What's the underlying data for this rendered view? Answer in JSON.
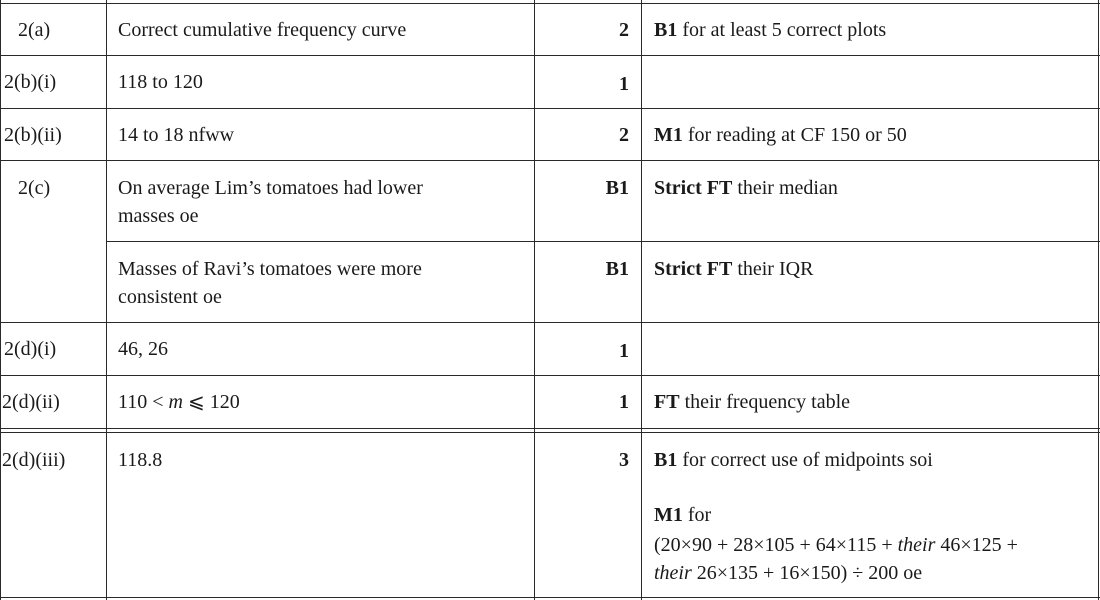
{
  "rows": [
    {
      "q": "2(a)",
      "answer": "Correct cumulative frequency curve",
      "mark": "2",
      "guidance_bold": "B1",
      "guidance": " for at least 5 correct plots"
    },
    {
      "q": "2(b)(i)",
      "answer": "118 to 120",
      "mark": "1",
      "guidance_bold": "",
      "guidance": ""
    },
    {
      "q": "2(b)(ii)",
      "answer": "14 to 18 nfww",
      "mark": "2",
      "guidance_bold": "M1",
      "guidance": " for reading at CF 150 or 50"
    },
    {
      "q": "2(c)",
      "answer_line1": "On average Lim’s tomatoes had lower",
      "answer_line2": "masses oe",
      "mark": "B1",
      "guidance_bold": "Strict FT",
      "guidance": " their median"
    },
    {
      "q": "",
      "answer_line1": "Masses of Ravi’s tomatoes were more",
      "answer_line2": "consistent oe",
      "mark": "B1",
      "guidance_bold": "Strict FT",
      "guidance": " their IQR"
    },
    {
      "q": "2(d)(i)",
      "answer": "46, 26",
      "mark": "1",
      "guidance_bold": "",
      "guidance": ""
    },
    {
      "q": "2(d)(ii)",
      "answer_pre": "110 < ",
      "answer_var": "m",
      "answer_post": " ⩽ 120",
      "mark": "1",
      "guidance_bold": "FT",
      "guidance": " their frequency table"
    },
    {
      "q": "2(d)(iii)",
      "answer": "118.8",
      "mark": "3",
      "guidance_bold": "B1",
      "guidance": " for correct use of midpoints soi",
      "guidance2_bold": "M1",
      "guidance2": " for",
      "guidance3_a": "(20×90 + 28×105 + 64×115 + ",
      "guidance3_i": "their",
      "guidance3_b": " 46×125 +",
      "guidance4_i": "their",
      "guidance4_b": " 26×135 + 16×150) ÷ 200 oe"
    }
  ]
}
